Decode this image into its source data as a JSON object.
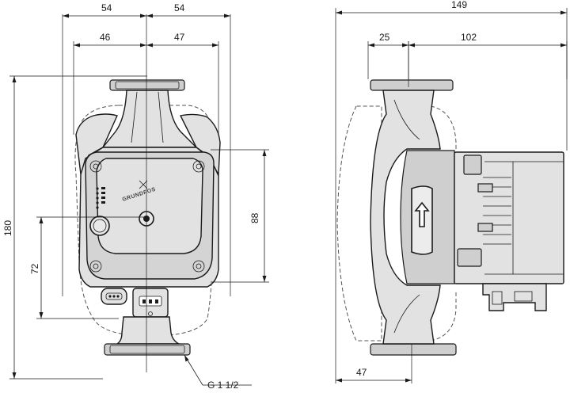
{
  "dimensions": {
    "top_outer_left": "54",
    "top_outer_right": "54",
    "top_inner_left": "46",
    "top_inner_right": "47",
    "side_overall": "149",
    "side_left": "25",
    "side_right": "102",
    "height_total": "180",
    "height_lower": "72",
    "height_panel": "88",
    "bottom_width": "47",
    "thread": "G 1 1/2"
  },
  "logo": "GRUNDFOS",
  "colors": {
    "line": "#1a1a1a",
    "fill": "#e2e2e2",
    "panel": "#d4d4d4"
  }
}
